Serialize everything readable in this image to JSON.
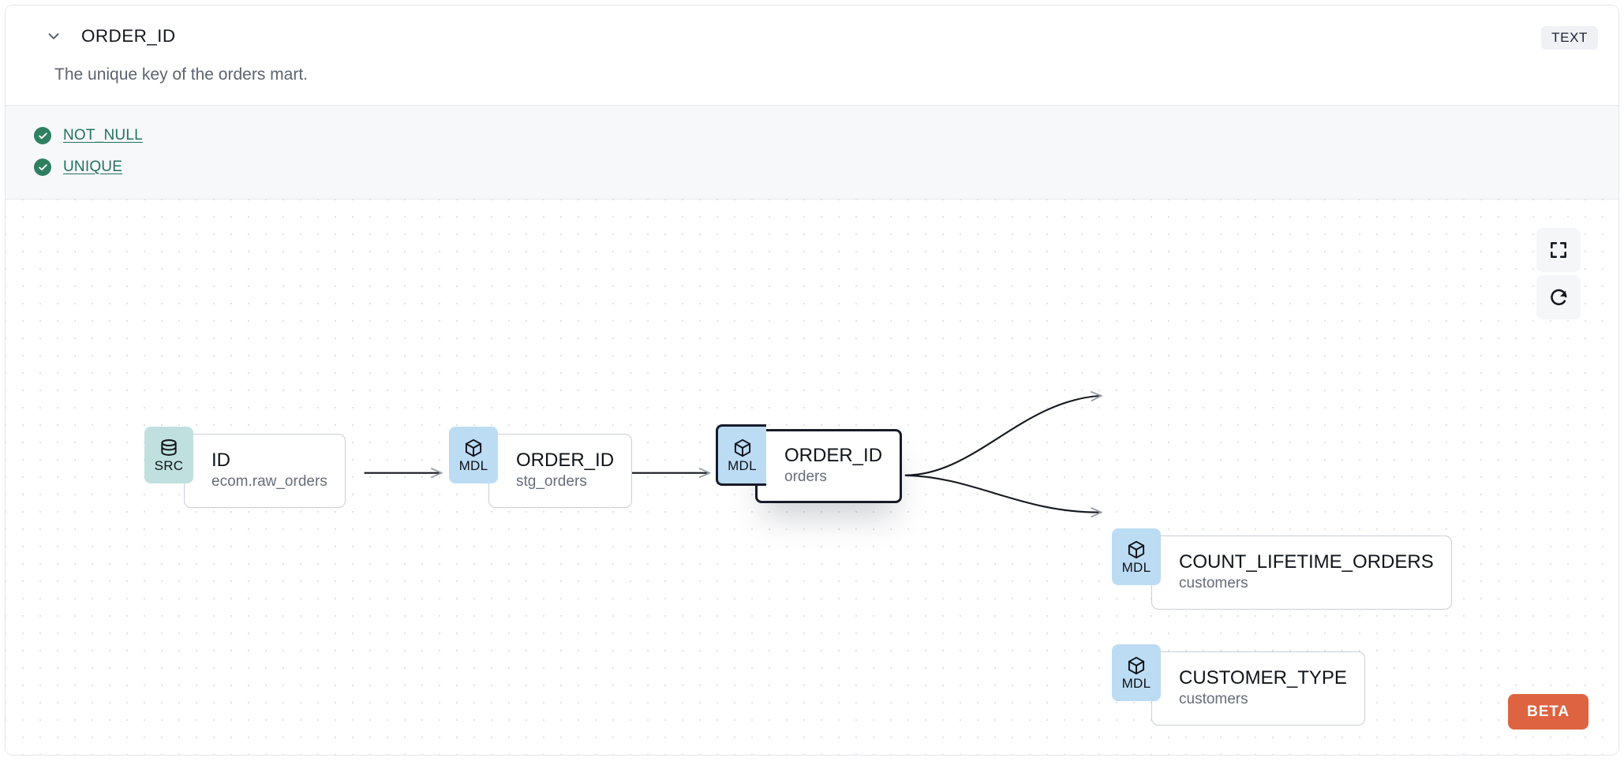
{
  "header": {
    "chevron_icon": "chevron-down-icon",
    "title": "ORDER_ID",
    "type_badge": "TEXT",
    "description": "The unique key of the orders mart."
  },
  "tests": [
    {
      "icon": "check-circle-icon",
      "label": "NOT_NULL",
      "status": "passed"
    },
    {
      "icon": "check-circle-icon",
      "label": "UNIQUE",
      "status": "passed"
    }
  ],
  "lineage": {
    "nodes": [
      {
        "id": "src-id",
        "badge": "SRC",
        "badge_icon": "database-icon",
        "name": "ID",
        "sub": "ecom.raw_orders",
        "selected": false
      },
      {
        "id": "mdl-stg-orders",
        "badge": "MDL",
        "badge_icon": "cube-icon",
        "name": "ORDER_ID",
        "sub": "stg_orders",
        "selected": false
      },
      {
        "id": "mdl-orders",
        "badge": "MDL",
        "badge_icon": "cube-icon",
        "name": "ORDER_ID",
        "sub": "orders",
        "selected": true
      },
      {
        "id": "mdl-count-lifetime-orders",
        "badge": "MDL",
        "badge_icon": "cube-icon",
        "name": "COUNT_LIFETIME_ORDERS",
        "sub": "customers",
        "selected": false
      },
      {
        "id": "mdl-customer-type",
        "badge": "MDL",
        "badge_icon": "cube-icon",
        "name": "CUSTOMER_TYPE",
        "sub": "customers",
        "selected": false
      }
    ],
    "edges": [
      {
        "from": "src-id",
        "to": "mdl-stg-orders"
      },
      {
        "from": "mdl-stg-orders",
        "to": "mdl-orders"
      },
      {
        "from": "mdl-orders",
        "to": "mdl-count-lifetime-orders"
      },
      {
        "from": "mdl-orders",
        "to": "mdl-customer-type"
      }
    ],
    "tools": [
      {
        "id": "fullscreen",
        "icon": "fullscreen-icon"
      },
      {
        "id": "reset",
        "icon": "refresh-icon"
      }
    ],
    "beta_label": "BETA"
  },
  "colors": {
    "src_badge": "#bfe0de",
    "mdl_badge": "#bcdcf4",
    "beta": "#de6340",
    "test_pass": "#2e8060",
    "test_link": "#24705f",
    "selected_border": "#161c29"
  }
}
